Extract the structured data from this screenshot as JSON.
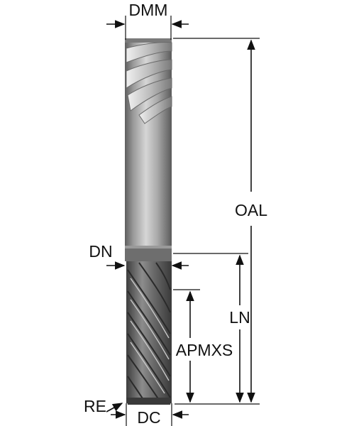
{
  "labels": {
    "dmm": "DMM",
    "oal": "OAL",
    "dn": "DN",
    "ln": "LN",
    "apmxs": "APMXS",
    "re": "RE",
    "dc": "DC"
  },
  "colors": {
    "ink": "#111111",
    "tool_dark": "#4a4a4a",
    "tool_light": "#d8d8d8",
    "background": "#ffffff"
  }
}
